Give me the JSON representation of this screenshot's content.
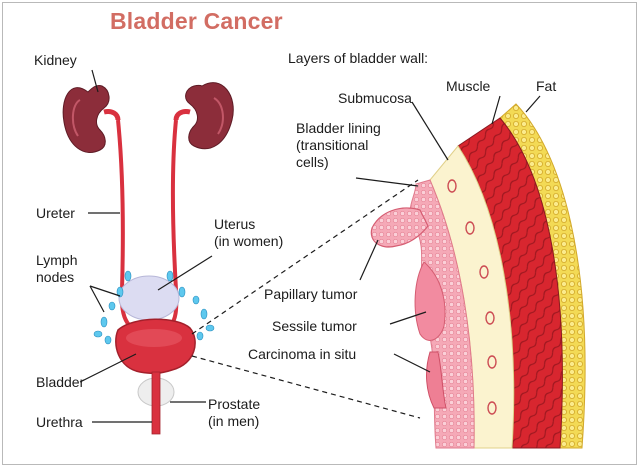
{
  "title": "Bladder Cancer",
  "labels": {
    "kidney": "Kidney",
    "ureter": "Ureter",
    "uterus_line1": "Uterus",
    "uterus_line2": "(in women)",
    "lymph_line1": "Lymph",
    "lymph_line2": "nodes",
    "bladder": "Bladder",
    "urethra": "Urethra",
    "prostate_line1": "Prostate",
    "prostate_line2": "(in men)",
    "layers_heading": "Layers of bladder wall:",
    "submucosa": "Submucosa",
    "muscle": "Muscle",
    "fat": "Fat",
    "lining_line1": "Bladder lining",
    "lining_line2": "(transitional",
    "lining_line3": "cells)",
    "papillary": "Papillary tumor",
    "sessile": "Sessile tumor",
    "carcinoma": "Carcinoma in situ"
  },
  "colors": {
    "title": "#d26d63",
    "organ_red": "#d9313f",
    "organ_dark": "#a3202b",
    "lymph_blue": "#5ec8ee",
    "uterus": "#dcdcf2",
    "fat_yellow": "#f1d54a",
    "submucosa_cream": "#fbf3cf",
    "lining_pink": "#f6aebc"
  }
}
